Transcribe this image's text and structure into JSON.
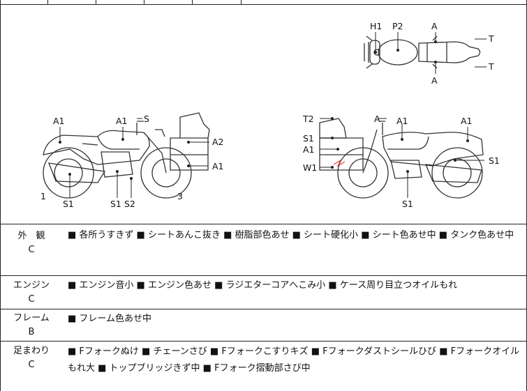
{
  "diagram": {
    "top_view": {
      "h1": "H1",
      "p2": "P2",
      "a_top": "A",
      "a_bottom": "A",
      "t_top": "T",
      "t_bottom": "T"
    },
    "left_side": {
      "a1_rear": "A1",
      "a1_tank": "A1",
      "s": "S",
      "a2": "A2",
      "a1_case": "A1",
      "n1": "1",
      "n3": "3",
      "s1_front": "S1",
      "s1_mid": "S1",
      "s2": "S2"
    },
    "right_side": {
      "t2": "T2",
      "a": "A",
      "a1_tank": "A1",
      "a1_rear": "A1",
      "s1_case": "S1",
      "a1_case": "A1",
      "w1": "W1",
      "s1_rear": "S1",
      "s1_bottom": "S1"
    }
  },
  "sections": [
    {
      "label": "外　観",
      "grade": "C",
      "text": "■ 各所うすきず ■ シートあんこ抜き ■ 樹脂部色あせ ■ シート硬化小 ■ シート色あせ中 ■ タンク色あせ中"
    },
    {
      "label": "エンジン",
      "grade": "C",
      "text": "■ エンジン音小 ■ エンジン色あせ ■ ラジエターコアへこみ小 ■ ケース周り目立つオイルもれ"
    },
    {
      "label": "フレーム",
      "grade": "B",
      "text": "■ フレーム色あせ中"
    },
    {
      "label": "足まわり",
      "grade": "C",
      "text": "■ Fフォークぬけ ■ チェーンさび ■ Fフォークこすりキズ ■ Fフォークダストシールひび ■ Fフォークオイルもれ大 ■ トップブリッジきず中 ■ Fフォーク摺動部さび中"
    }
  ]
}
